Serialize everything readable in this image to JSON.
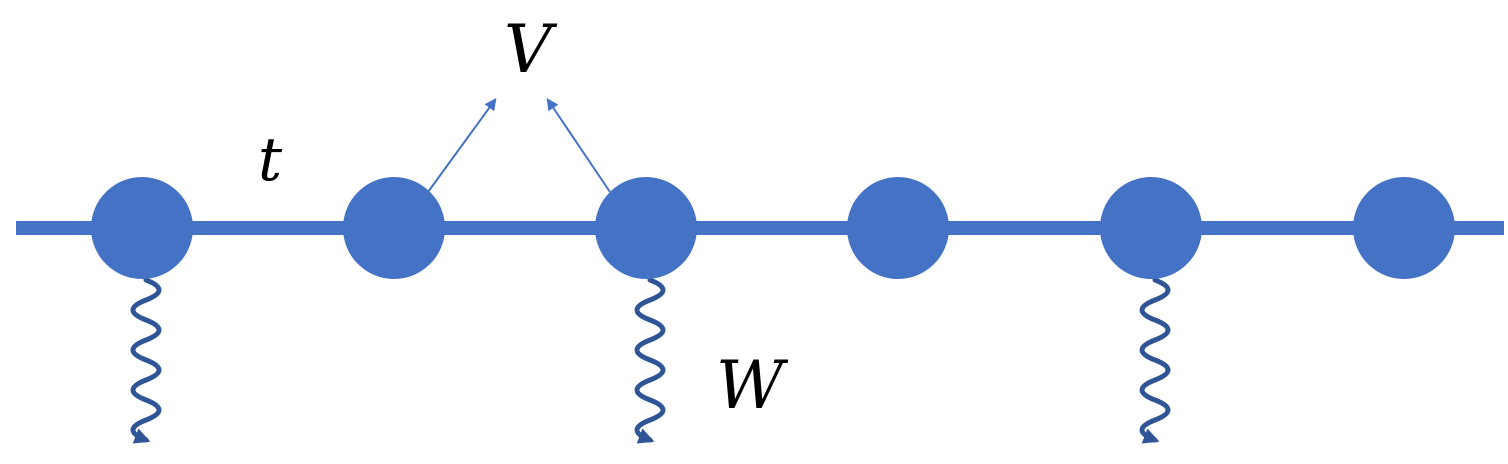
{
  "labels": {
    "hopping": "t",
    "interaction": "V",
    "dissipation": "W"
  },
  "colors": {
    "site_fill": "#4472C4",
    "chain_line": "#4472C4",
    "interaction_arrow": "#4472C4",
    "dissipation_arrow": "#2F5597",
    "text": "#000000"
  },
  "chain": {
    "site_count": 6,
    "interaction_sites": [
      1,
      2
    ],
    "dissipation_sites": [
      0,
      2,
      4
    ]
  }
}
